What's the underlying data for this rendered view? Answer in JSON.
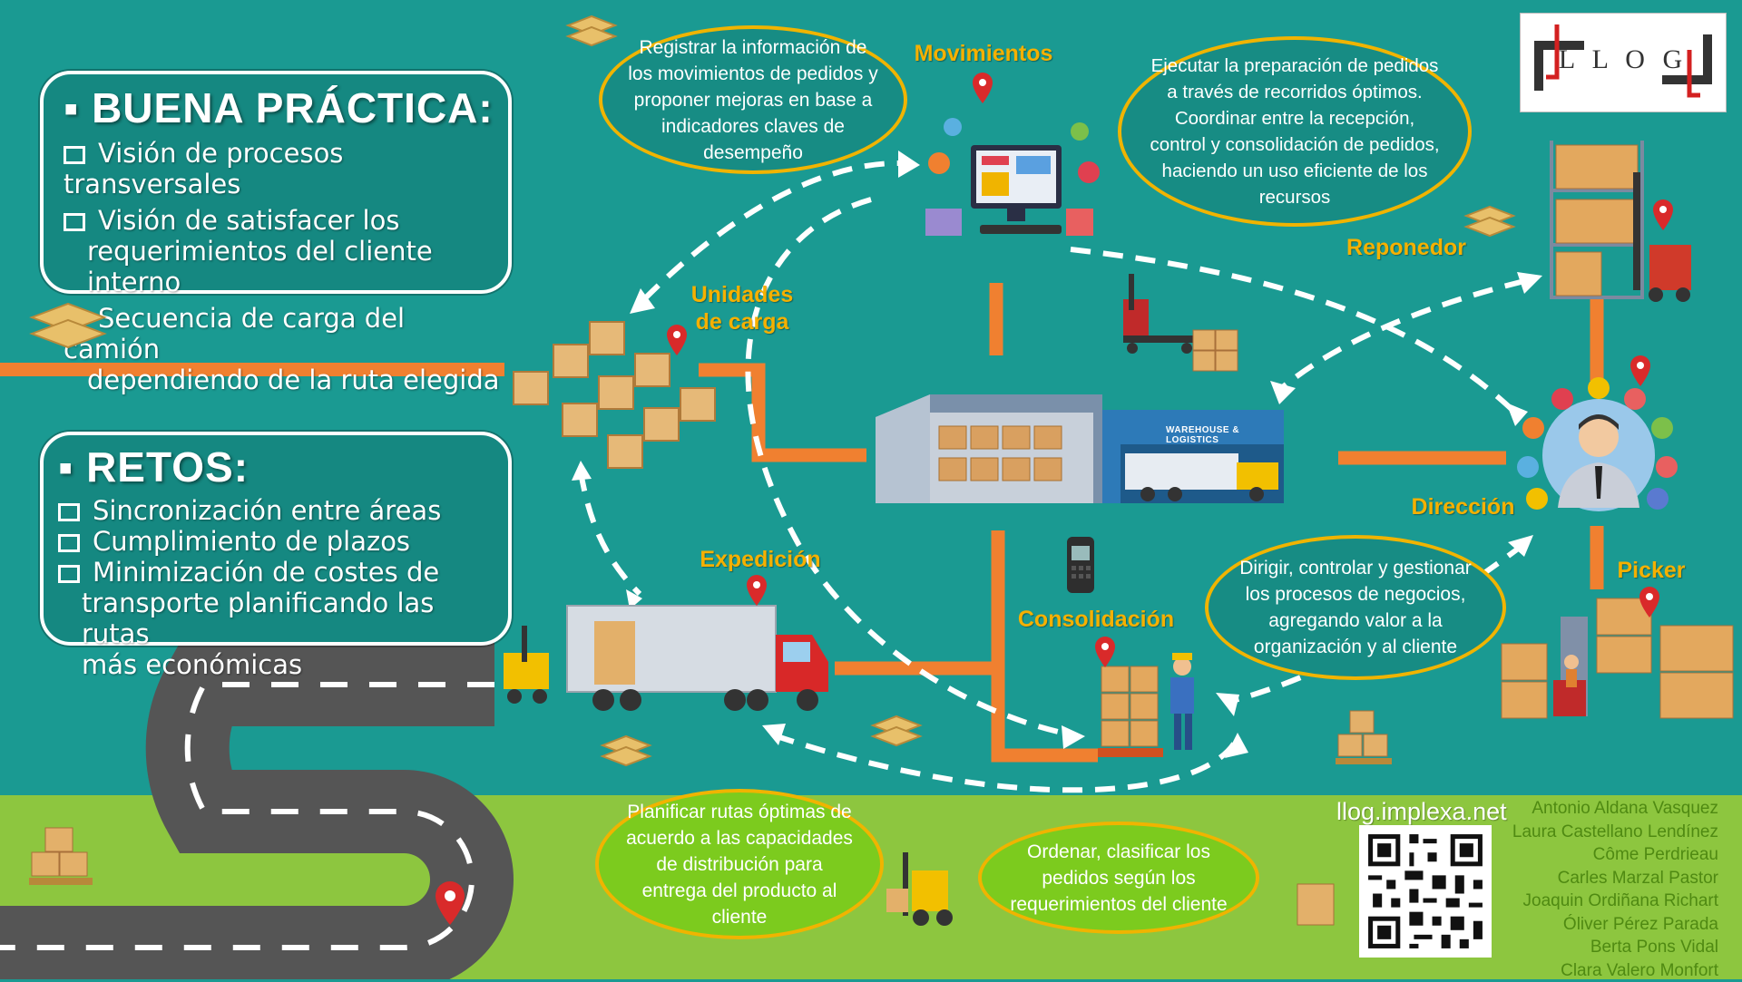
{
  "panels": {
    "good_practice": {
      "title": "▪ BUENA PRÁCTICA:",
      "items": [
        "Visión de procesos transversales",
        "Visión de satisfacer los",
        "requerimientos del cliente interno",
        "Secuencia de carga del camión",
        "dependiendo de la ruta elegida"
      ]
    },
    "challenges": {
      "title": "▪ RETOS:",
      "items": [
        "Sincronización entre áreas",
        "Cumplimiento de plazos",
        "Minimización de costes de",
        "transporte planificando las rutas",
        "más económicas"
      ]
    }
  },
  "labels": {
    "movimientos": "Movimientos",
    "unidades_carga": "Unidades de carga",
    "reponedor": "Reponedor",
    "direccion": "Dirección",
    "picker": "Picker",
    "expedicion": "Expedición",
    "consolidacion": "Consolidación",
    "warehouse_sign": "WAREHOUSE & LOGISTICS"
  },
  "bubbles": {
    "movimientos": "Registrar la información de los movimientos de pedidos y proponer mejoras en base a indicadores claves de desempeño",
    "reponedor": "Ejecutar la preparación de pedidos a través de recorridos óptimos. Coordinar entre la recepción, control y consolidación de pedidos, haciendo un uso eficiente de los recursos",
    "direccion": "Dirigir, controlar y gestionar los procesos de negocios, agregando valor a la organización y al cliente",
    "expedicion": "Planificar rutas óptimas de acuerdo a las capacidades de distribución para entrega del producto al cliente",
    "consolidacion": "Ordenar, clasificar los pedidos según los requerimientos del cliente"
  },
  "logo": {
    "text": "L L O G"
  },
  "website": "llog.implexa.net",
  "credits": [
    "Antonio Aldana Vasquez",
    "Laura Castellano Lendínez",
    "Côme Perdrieau",
    "Carles Marzal Pastor",
    "Joaquin Ordiñana Richart",
    "Óliver Pérez Parada",
    "Berta Pons Vidal",
    "Clara Valero Monfort"
  ],
  "colors": {
    "background": "#1a9a92",
    "ground": "#8dc63f",
    "accent_orange": "#f08030",
    "label_gold": "#f5b000",
    "road": "#555555"
  }
}
